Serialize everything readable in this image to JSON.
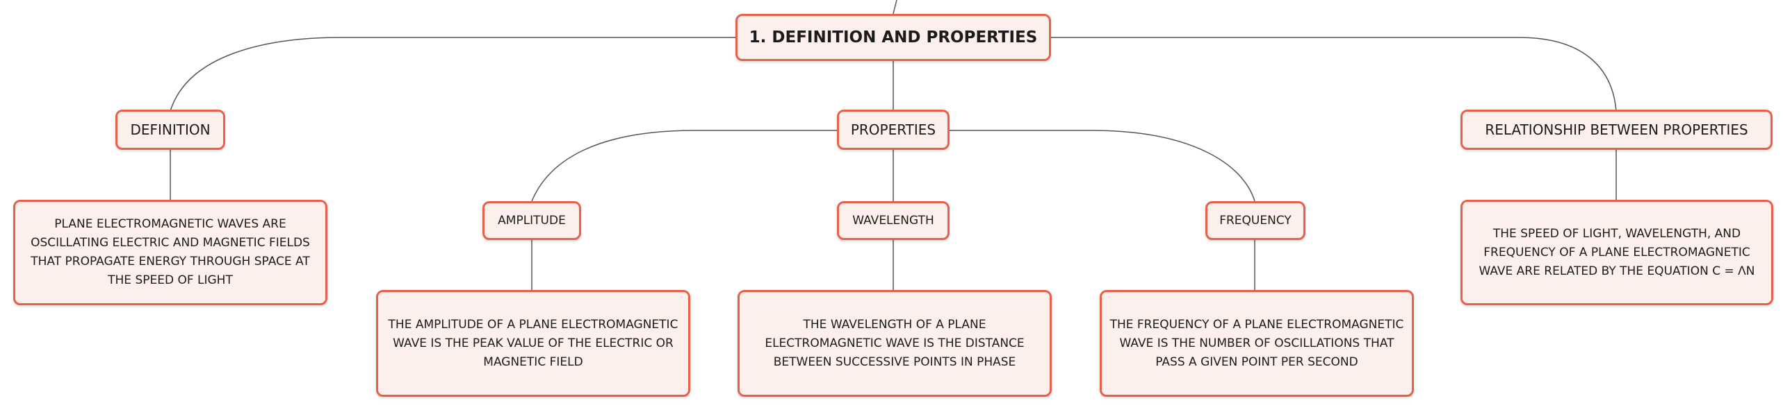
{
  "colors": {
    "node_border": "#e8604a",
    "node_fill": "#fdf0ec",
    "connector": "#555555",
    "text": "#1b1b1b"
  },
  "diagram": {
    "root": "1. DEFINITION AND PROPERTIES",
    "definition": {
      "title": "DEFINITION",
      "detail": "PLANE ELECTROMAGNETIC WAVES ARE OSCILLATING ELECTRIC AND MAGNETIC FIELDS THAT PROPAGATE ENERGY THROUGH SPACE AT THE SPEED OF LIGHT"
    },
    "properties": {
      "title": "PROPERTIES",
      "amplitude": {
        "title": "AMPLITUDE",
        "detail": "THE AMPLITUDE OF A PLANE ELECTROMAGNETIC WAVE IS THE PEAK VALUE OF THE ELECTRIC OR MAGNETIC FIELD"
      },
      "wavelength": {
        "title": "WAVELENGTH",
        "detail": "THE WAVELENGTH OF A PLANE ELECTROMAGNETIC WAVE IS THE DISTANCE BETWEEN SUCCESSIVE POINTS IN PHASE"
      },
      "frequency": {
        "title": "FREQUENCY",
        "detail": "THE FREQUENCY OF A PLANE ELECTROMAGNETIC WAVE IS THE NUMBER OF OSCILLATIONS THAT PASS A GIVEN POINT PER SECOND"
      }
    },
    "relationship": {
      "title": "RELATIONSHIP BETWEEN PROPERTIES",
      "detail": "THE SPEED OF LIGHT, WAVELENGTH, AND FREQUENCY OF A PLANE ELECTROMAGNETIC WAVE ARE RELATED BY THE EQUATION C = ΛN"
    }
  }
}
